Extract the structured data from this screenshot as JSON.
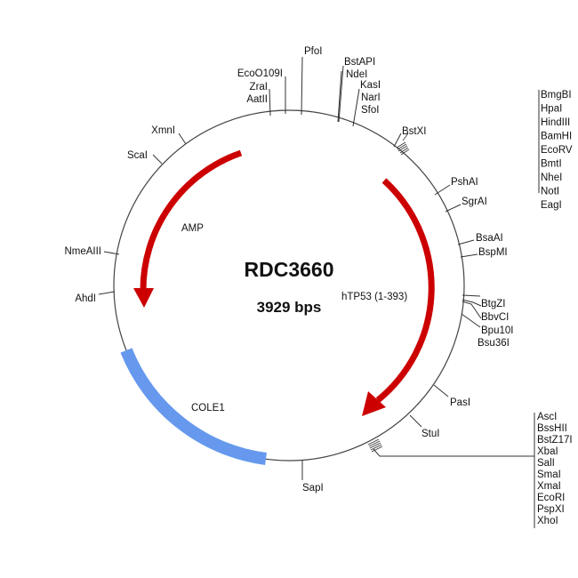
{
  "plasmid": {
    "name": "RDC3660",
    "size": "3929 bps"
  },
  "features": [
    {
      "label": "AMP",
      "color": "#cc0000"
    },
    {
      "label": "hTP53 (1-393)",
      "color": "#cc0000"
    },
    {
      "label": "COLE1",
      "color": "#6699ee"
    }
  ],
  "sites": {
    "top": [
      "PfoI",
      "EcoO109I",
      "ZraI",
      "AatII",
      "BstAPI",
      "NdeI",
      "KasI",
      "NarI",
      "SfoI",
      "BstXI"
    ],
    "right": [
      "PshAI",
      "SgrAI",
      "BsaAI",
      "BspMI",
      "BtgZI",
      "BbvCI",
      "Bpu10I",
      "Bsu36I",
      "PasI",
      "StuI",
      "SapI"
    ],
    "left": [
      "XmnI",
      "ScaI",
      "NmeAIII",
      "AhdI"
    ],
    "mcs1": [
      "BmgBI",
      "HpaI",
      "HindIII",
      "BamHI",
      "EcoRV",
      "BmtI",
      "NheI",
      "NotI",
      "EagI"
    ],
    "mcs2": [
      "AscI",
      "BssHII",
      "BstZ17I",
      "XbaI",
      "SalI",
      "SmaI",
      "XmaI",
      "EcoRI",
      "PspXI",
      "XhoI"
    ]
  }
}
